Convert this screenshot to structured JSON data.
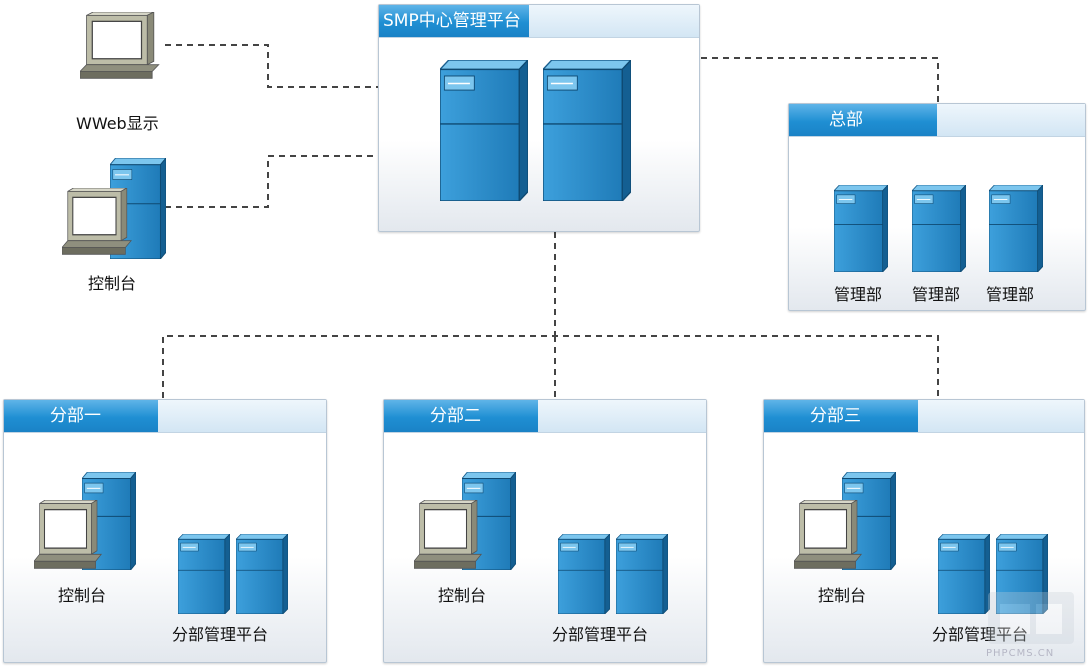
{
  "center": {
    "title": "SMP中心管理平台"
  },
  "web": {
    "label": "WWeb显示"
  },
  "console": {
    "label": "控制台"
  },
  "hq": {
    "title": "总部",
    "items": [
      "管理部",
      "管理部",
      "管理部"
    ]
  },
  "branches": [
    {
      "title": "分部一",
      "console_label": "控制台",
      "platform_label": "分部管理平台"
    },
    {
      "title": "分部二",
      "console_label": "控制台",
      "platform_label": "分部管理平台"
    },
    {
      "title": "分部三",
      "console_label": "控制台",
      "platform_label": "分部管理平台"
    }
  ],
  "watermark": {
    "text": "PHPCMS.CN"
  },
  "colors": {
    "server_blue": "#2a88c4",
    "title_blue": "#1f8fd3",
    "link_dash": "#444444",
    "link_solid": "#aaaaaa"
  }
}
